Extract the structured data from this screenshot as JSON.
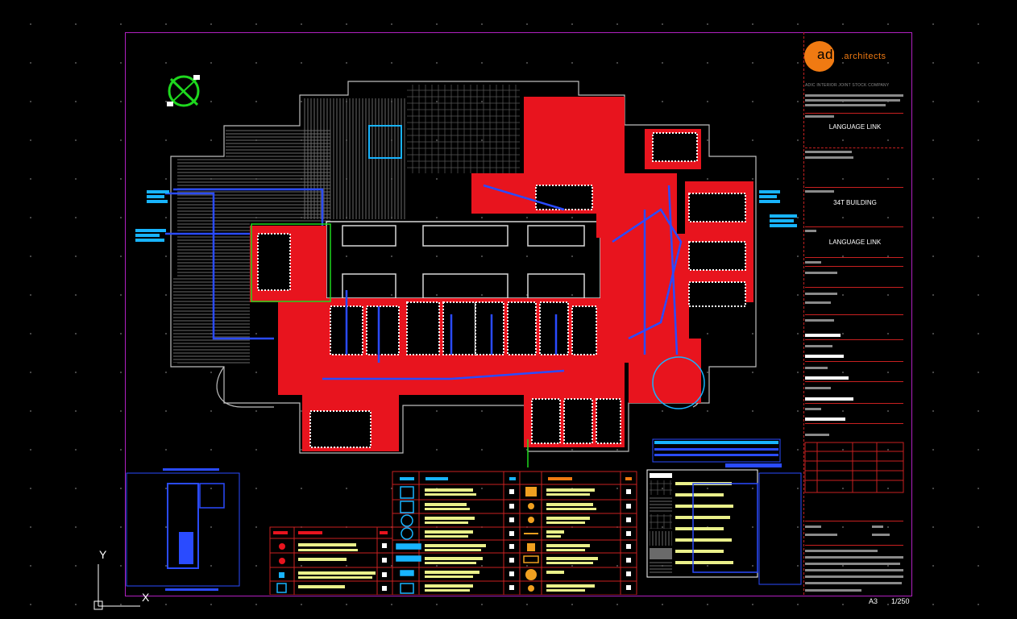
{
  "title_block": {
    "logo": {
      "text": "adp",
      "suffix": ".architects"
    },
    "company": "ADIC INTERIOR JOINT STOCK COMPANY",
    "project": "LANGUAGE LINK",
    "building": "34T BUILDING",
    "drawing_name": "LANGUAGE LINK",
    "sheet_size": "A3",
    "scale": "1/250"
  },
  "ucs": {
    "x_label": "X",
    "y_label": "Y"
  },
  "colors": {
    "frame": "#b020c0",
    "title_lines": "#c82020",
    "logo": "#f07a12",
    "wall": "#bdbdbd",
    "duct_red": "#e8141e",
    "duct_blue": "#2a4bff",
    "cyan": "#18b4ff",
    "legend_text": "#eaf08a",
    "north_arrow": "#1ed81e"
  },
  "icons": [
    "north-arrow-icon",
    "ucs-icon",
    "legend-symbol-icon"
  ]
}
